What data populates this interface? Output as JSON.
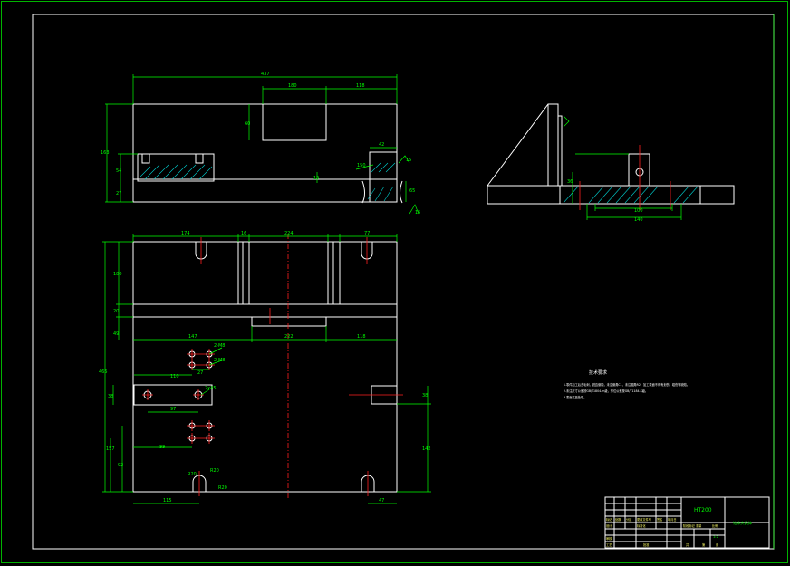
{
  "dimensions": {
    "front_overall_width": "437",
    "front_pocket_width": "180",
    "front_right_width": "118",
    "front_pocket_depth": "60",
    "front_overall_height": "163",
    "front_mid_height": "54",
    "front_base_height": "27",
    "front_slot_width": "42",
    "front_slot_height": "65",
    "front_chamfer": "15",
    "front_groove_width": "150",
    "front_angle_a": "15",
    "front_angle_b": "15",
    "side_offset": "36",
    "side_slot_inner": "100",
    "side_slot_outer": "140",
    "top_seg_1": "174",
    "top_seg_2": "16",
    "top_seg_3": "224",
    "top_seg_4": "77",
    "top_h1": "180",
    "top_h2": "20",
    "top_h3": "49",
    "top_b1": "147",
    "top_b2": "222",
    "top_b3": "118",
    "top_overall_height": "465",
    "hole_d1": "2-M8",
    "hole_d2": "2-M8",
    "hole_s1": "110",
    "hole_s2": "27",
    "hole_s3": "97",
    "hole_s4": "38",
    "hole_d3": "2x35",
    "hole_low_1": "99",
    "hole_low_2": "157",
    "hole_low_3": "92",
    "bottom_left": "115",
    "bottom_right": "47",
    "right_slot_1": "38",
    "right_slot_2": "142",
    "slot_r1": "R20",
    "slot_r2": "R20",
    "slot_r3": "R20"
  },
  "notes": {
    "title": "技术要求",
    "line1": "1.零件加工后去毛刺，锐边倒钝，未注倒角C1，未注圆角R2，加工表面不得有划伤、碰伤等缺陷。",
    "line2": "2.未注尺寸公差按GB/T1804-m级，形位公差按GB/T1184-K级。",
    "line3": "3.表面发蓝处理。"
  },
  "title_block": {
    "material": "HT200",
    "drawing_name": "钻床夹具体",
    "r1c1": "标记",
    "r1c2": "处数",
    "r1c3": "分区",
    "r1c4": "更改文件号",
    "r1c5": "签名",
    "r1c6": "年月日",
    "r2c1": "设计",
    "r2c2": "标准化",
    "r3c1": "审核",
    "r3c2": "工艺",
    "r3c3": "批准",
    "stage": "阶段标记",
    "weight": "重量",
    "scale": "比例",
    "scale_val": "1:2",
    "sheet_total": "共",
    "sheet_no": "第",
    "sheet_unit": "张"
  }
}
